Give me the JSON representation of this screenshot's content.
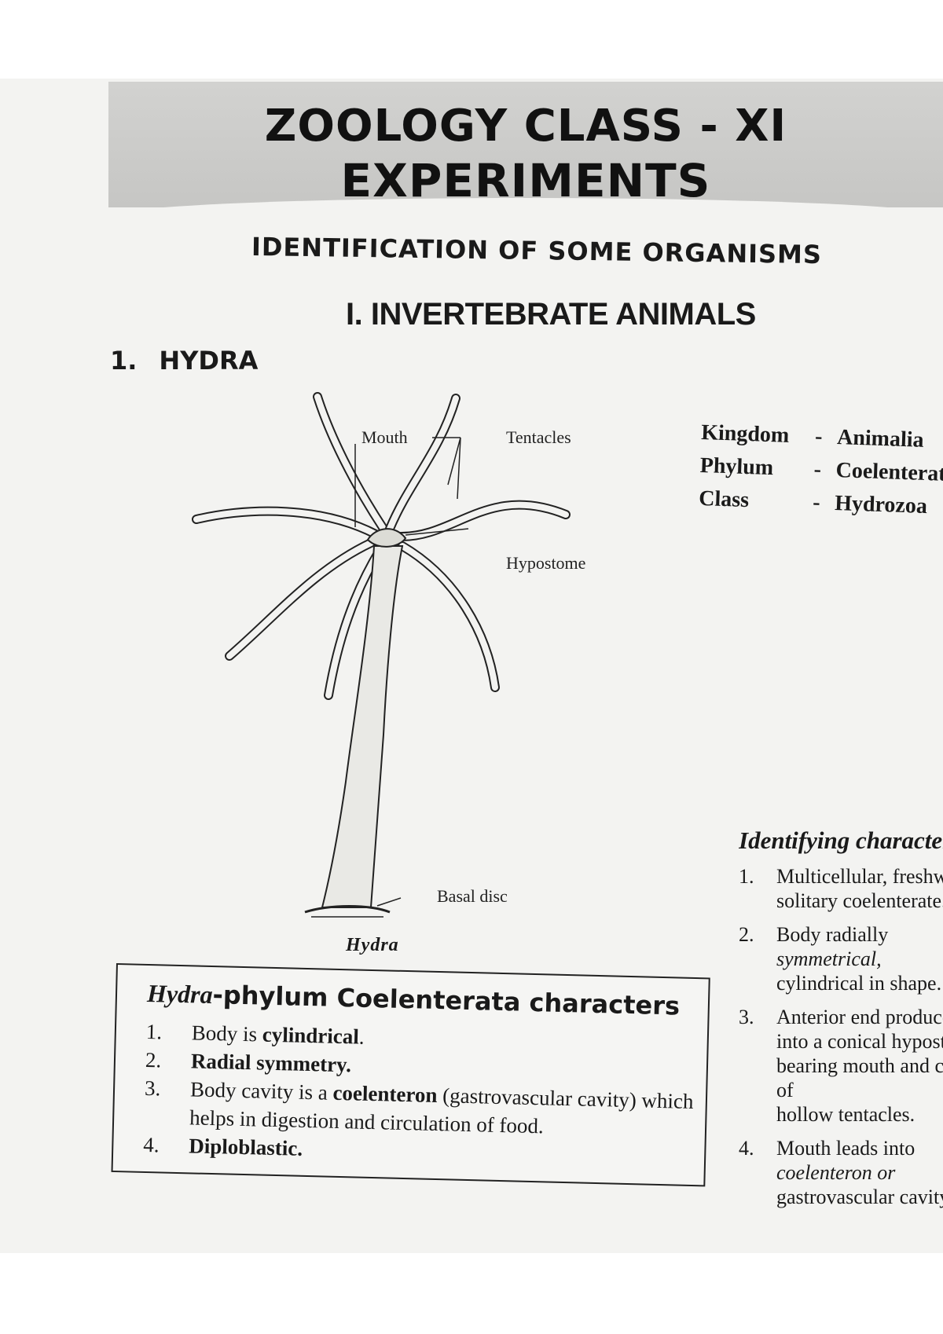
{
  "header": {
    "title_line1": "ZOOLOGY CLASS - XI",
    "title_line2": "EXPERIMENTS",
    "subtitle": "IDENTIFICATION OF SOME ORGANISMS",
    "section": "I. INVERTEBRATE ANIMALS"
  },
  "specimen": {
    "number": "1.",
    "name": "HYDRA"
  },
  "diagram": {
    "labels": {
      "mouth": "Mouth",
      "tentacles": "Tentacles",
      "hypostome": "Hypostome",
      "basal_disc": "Basal disc"
    },
    "caption": "Hydra"
  },
  "taxonomy": [
    {
      "rank": "Kingdom",
      "sep": "-",
      "value": "Animalia"
    },
    {
      "rank": "Phylum",
      "sep": "-",
      "value": "Coelenterata"
    },
    {
      "rank": "Class",
      "sep": "-",
      "value": "Hydrozoa"
    }
  ],
  "characters_box": {
    "title_italic": "Hydra",
    "title_rest": "-phylum Coelenterata characters",
    "items": [
      {
        "num": "1.",
        "pre": "Body is ",
        "bold": "cylindrical",
        "post": "."
      },
      {
        "num": "2.",
        "pre": "",
        "bold": "Radial symmetry",
        "post": "."
      },
      {
        "num": "3.",
        "pre": "Body cavity is a ",
        "bold": "coelenteron",
        "post": " (gastrovascular cavity) which helps in digestion and circulation of food."
      },
      {
        "num": "4.",
        "pre": "",
        "bold": "Diploblastic",
        "post": "."
      }
    ]
  },
  "identifying": {
    "title": "Identifying characters",
    "items": [
      {
        "num": "1.",
        "lines": [
          "Multicellular, freshwater",
          "solitary coelenterate."
        ]
      },
      {
        "num": "2.",
        "lines": [
          "Body radially",
          "symmetrical,",
          "cylindrical in shape."
        ]
      },
      {
        "num": "3.",
        "lines": [
          "Anterior end produced",
          "into a conical hypostome",
          "bearing mouth and circlet",
          "of",
          "hollow tentacles."
        ]
      },
      {
        "num": "4.",
        "lines": [
          "Mouth leads into",
          "coelenteron or",
          "gastrovascular cavity"
        ]
      }
    ]
  }
}
